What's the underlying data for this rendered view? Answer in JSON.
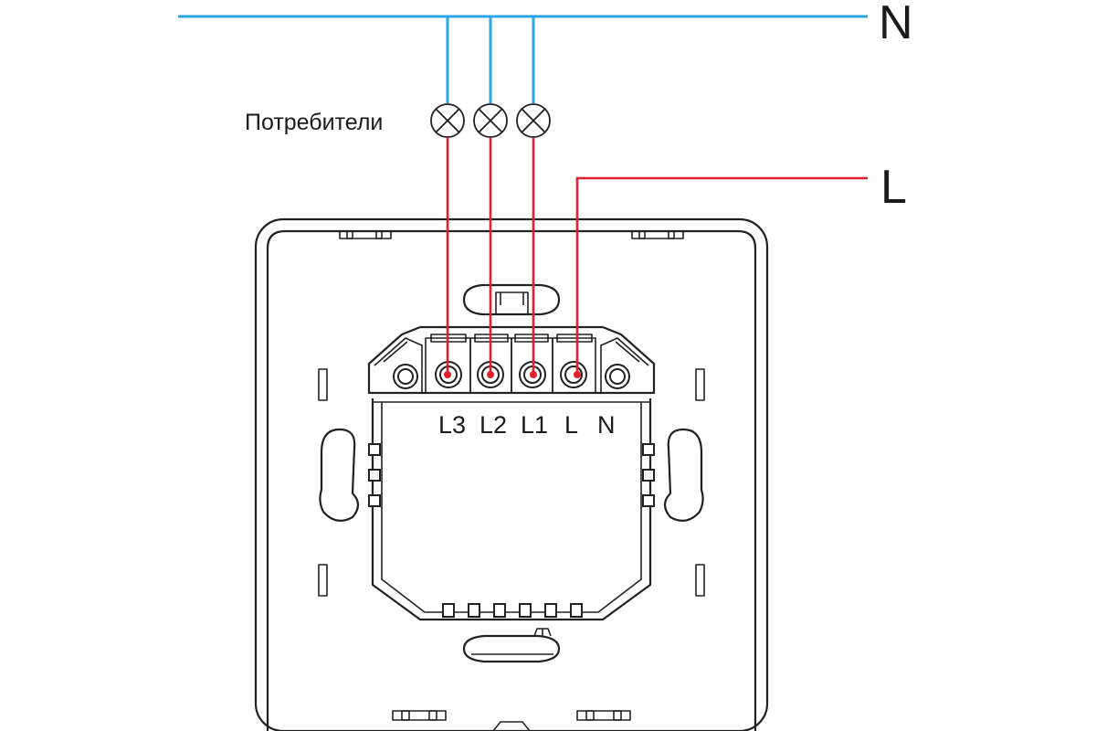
{
  "labels": {
    "neutral": "N",
    "live": "L",
    "consumers": "Потребители"
  },
  "terminals": [
    "L3",
    "L2",
    "L1",
    "L",
    "N"
  ],
  "colors": {
    "neutral_wire": "#2aa6e0",
    "live_wire": "#e0202e",
    "outline": "#222222"
  }
}
